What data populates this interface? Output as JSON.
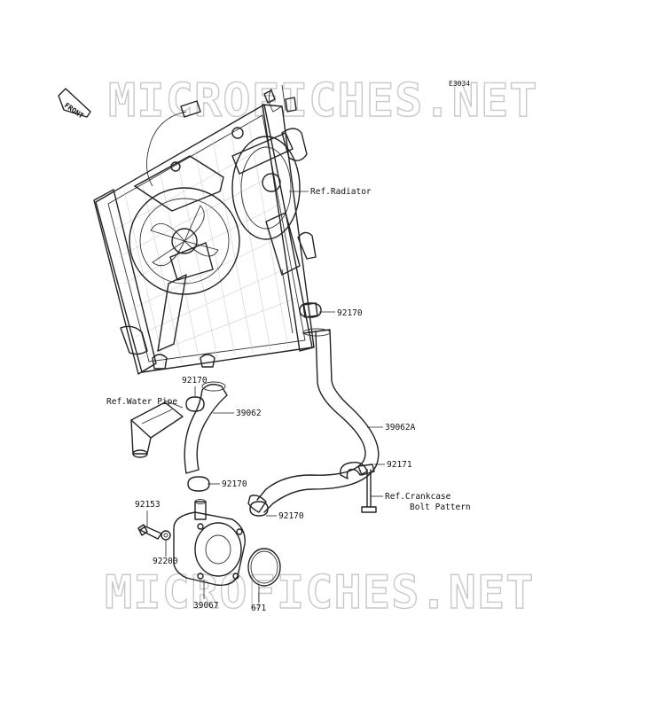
{
  "diagram_code": "E3034",
  "watermarks": [
    "MICROFICHES.NET",
    "MICROFICHES.NET"
  ],
  "front_arrow_label": "FRONT",
  "labels": {
    "ref_radiator": "Ref.Radiator",
    "part_92170_a": "92170",
    "part_92170_b": "92170",
    "ref_water_pipe": "Ref.Water Pipe",
    "part_39062": "39062",
    "part_39062a": "39062A",
    "part_92171": "92171",
    "ref_crankcase_line1": "Ref.Crankcase",
    "ref_crankcase_line2": "Bolt Pattern",
    "part_92170_c": "92170",
    "part_92170_d": "92170",
    "part_92153": "92153",
    "part_92200": "92200",
    "part_39067": "39067",
    "part_671": "671"
  }
}
